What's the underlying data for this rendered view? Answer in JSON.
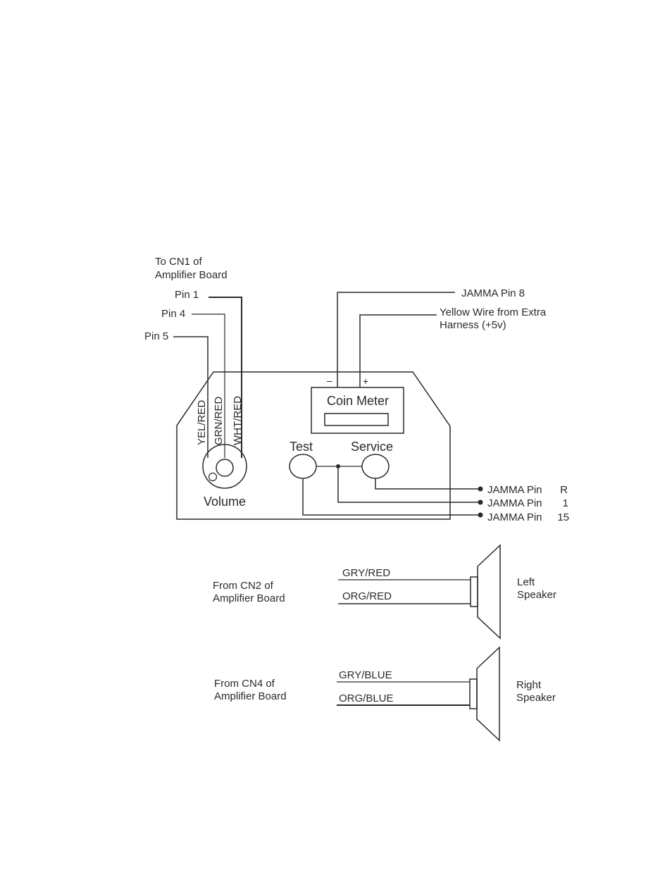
{
  "colors": {
    "line": "#2a2a2a",
    "background": "#ffffff"
  },
  "amp_cn1": {
    "title_line1": "To CN1 of",
    "title_line2": "Amplifier Board",
    "pin1": "Pin 1",
    "pin4": "Pin 4",
    "pin5": "Pin 5"
  },
  "panel_wires": {
    "yel_red": "YEL/RED",
    "grn_red": "GRN/RED",
    "wht_red": "WHT/RED"
  },
  "coin_meter": {
    "label": "Coin Meter",
    "minus": "–",
    "plus": "+",
    "jamma_pin8": "JAMMA Pin  8",
    "yellow_line1": "Yellow Wire from Extra",
    "yellow_line2": "Harness  (+5v)"
  },
  "controls": {
    "volume": "Volume",
    "test": "Test",
    "service": "Service"
  },
  "jamma_rows": [
    {
      "label": "JAMMA Pin",
      "pin": "R"
    },
    {
      "label": "JAMMA Pin",
      "pin": "1"
    },
    {
      "label": "JAMMA Pin",
      "pin": "15"
    }
  ],
  "left_speaker": {
    "from_line1": "From CN2 of",
    "from_line2": "Amplifier Board",
    "wire1": "GRY/RED",
    "wire2": "ORG/RED",
    "label_line1": "Left",
    "label_line2": "Speaker"
  },
  "right_speaker": {
    "from_line1": "From CN4 of",
    "from_line2": "Amplifier Board",
    "wire1": "GRY/BLUE",
    "wire2": "ORG/BLUE",
    "label_line1": "Right",
    "label_line2": "Speaker"
  }
}
